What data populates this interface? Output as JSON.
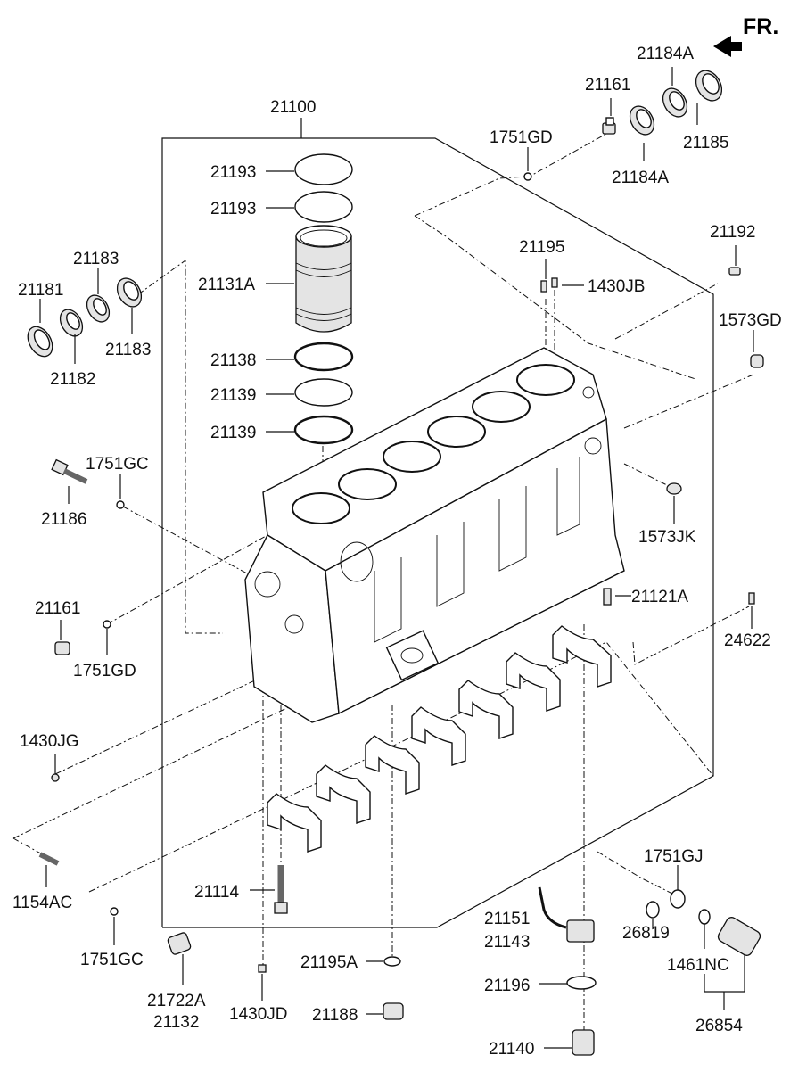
{
  "direction": {
    "label": "FR.",
    "arrow": "arrow-left-icon"
  },
  "labels": {
    "p21100": "21100",
    "p21193a": "21193",
    "p21193b": "21193",
    "p21131a": "21131A",
    "p21138": "21138",
    "p21139a": "21139",
    "p21139b": "21139",
    "p21181": "21181",
    "p21183a": "21183",
    "p21183b": "21183",
    "p21182": "21182",
    "p1751gc_a": "1751GC",
    "p21186": "21186",
    "p21161_a": "21161",
    "p1751gd_a": "1751GD",
    "p1430jg": "1430JG",
    "p1154ac": "1154AC",
    "p1751gc_b": "1751GC",
    "p21722a": "21722A",
    "p21132": "21132",
    "p21114": "21114",
    "p1430jd": "1430JD",
    "p21195a": "21195A",
    "p21188": "21188",
    "p21151": "21151",
    "p21143": "21143",
    "p21196": "21196",
    "p21140": "21140",
    "p1751gj": "1751GJ",
    "p26819": "26819",
    "p1461nc": "1461NC",
    "p26854": "26854",
    "p24622": "24622",
    "p21121a": "21121A",
    "p1573jk": "1573JK",
    "p1573gd": "1573GD",
    "p21192": "21192",
    "p21195": "21195",
    "p1430jb": "1430JB",
    "p1751gd_b": "1751GD",
    "p21161_b": "21161",
    "p21184a_a": "21184A",
    "p21184a_b": "21184A",
    "p21185": "21185"
  }
}
